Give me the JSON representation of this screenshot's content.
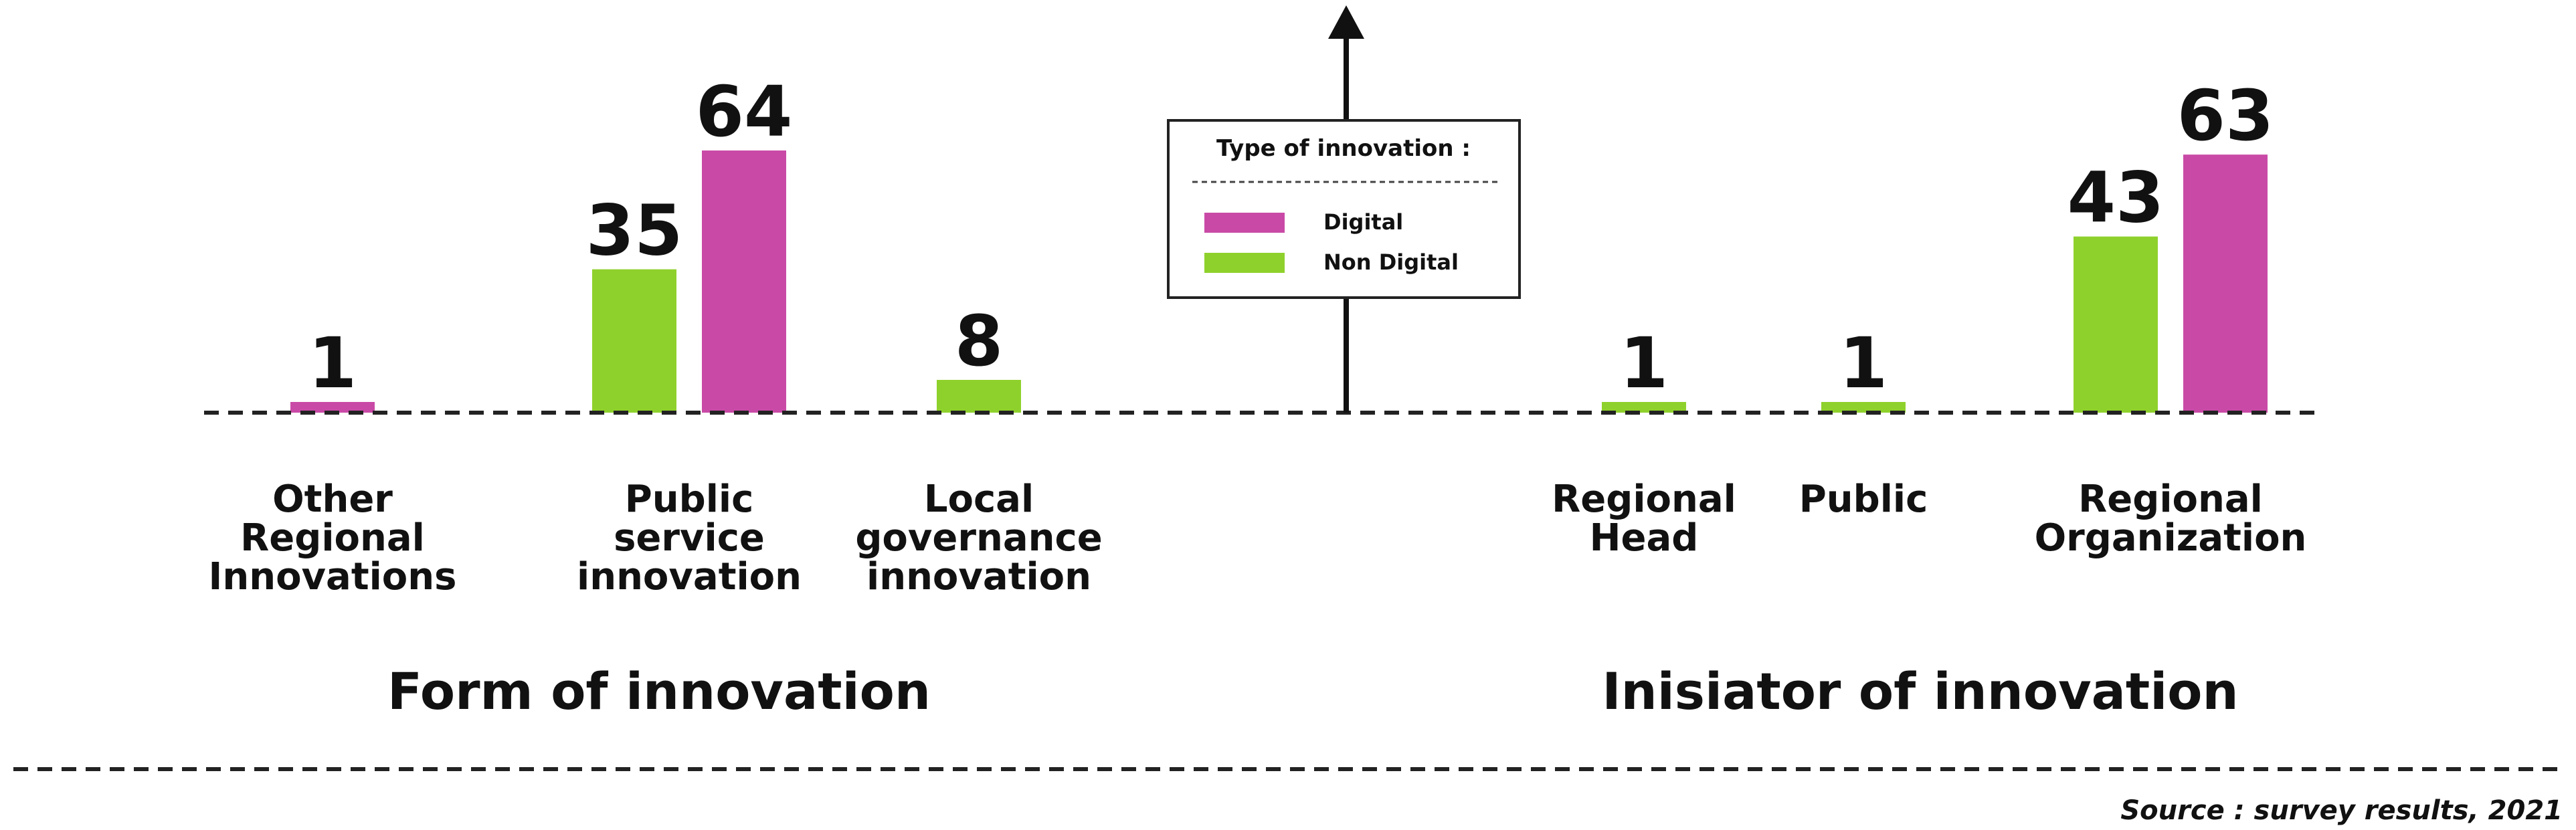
{
  "chart_data": {
    "type": "bar",
    "legend": {
      "title": "Type of innovation :",
      "placement": "top-center"
    },
    "series": [
      {
        "name": "Digital",
        "color": "#c94aa6"
      },
      {
        "name": "Non Digital",
        "color": "#8fd12c"
      }
    ],
    "groups": [
      {
        "title": "Form of innovation",
        "categories": [
          {
            "label_lines": [
              "Other",
              "Regional",
              "Innovations"
            ],
            "bars": [
              {
                "series": "Digital",
                "value": 1
              }
            ]
          },
          {
            "label_lines": [
              "Public",
              "service",
              "innovation"
            ],
            "bars": [
              {
                "series": "Non Digital",
                "value": 35
              },
              {
                "series": "Digital",
                "value": 64
              }
            ]
          },
          {
            "label_lines": [
              "Local",
              "governance",
              "innovation"
            ],
            "bars": [
              {
                "series": "Non Digital",
                "value": 8
              }
            ]
          }
        ]
      },
      {
        "title": "Inisiator of innovation",
        "categories": [
          {
            "label_lines": [
              "Regional",
              "Head"
            ],
            "bars": [
              {
                "series": "Non Digital",
                "value": 1
              }
            ]
          },
          {
            "label_lines": [
              "Public"
            ],
            "bars": [
              {
                "series": "Non Digital",
                "value": 1
              }
            ]
          },
          {
            "label_lines": [
              "Regional",
              "Organization"
            ],
            "bars": [
              {
                "series": "Non Digital",
                "value": 43
              },
              {
                "series": "Digital",
                "value": 63
              }
            ]
          }
        ]
      }
    ],
    "ylim": [
      0,
      64
    ],
    "grid": false,
    "source": "Source : survey results, 2021"
  }
}
